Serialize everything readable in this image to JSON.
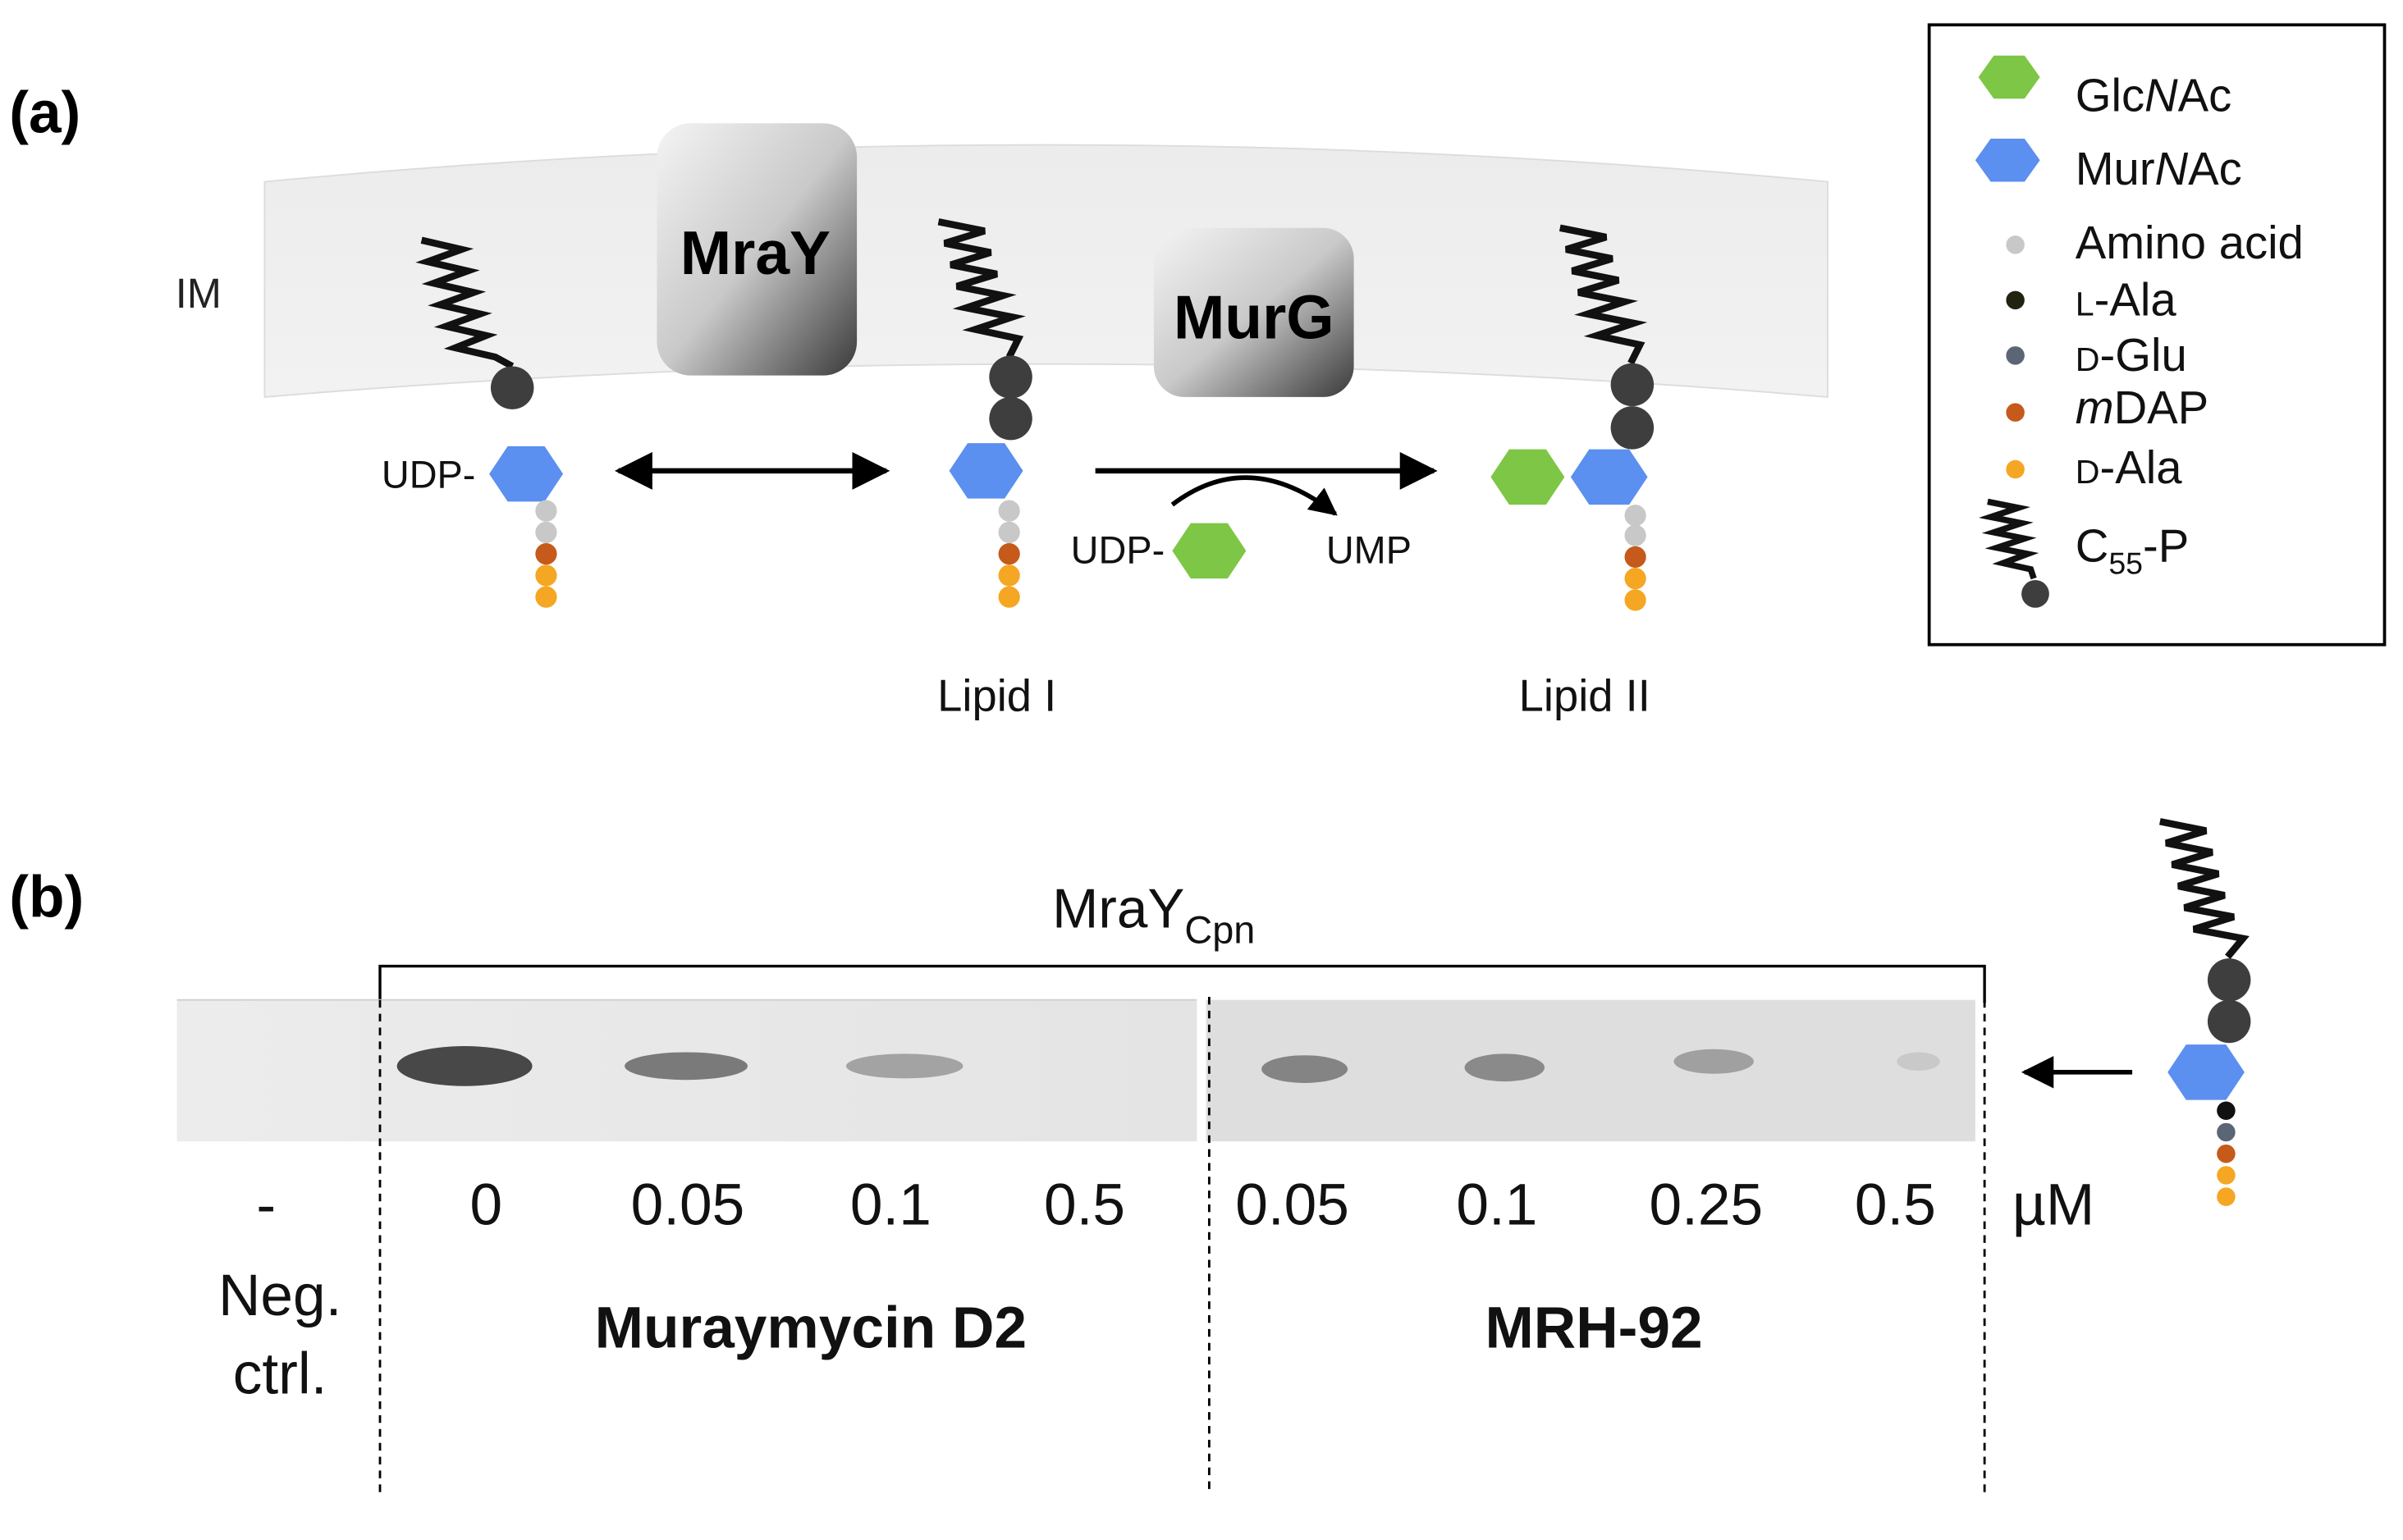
{
  "panel_a": {
    "label": "(a)",
    "membrane_label": "IM",
    "enzyme_mray": "MraY",
    "enzyme_murg": "MurG",
    "udp_prefix_left": "UDP-",
    "udp_prefix_murg": "UDP-",
    "ump": "UMP",
    "lipid_i": "Lipid I",
    "lipid_ii": "Lipid II"
  },
  "legend": {
    "glcnac": {
      "prefix": "Glc",
      "italic": "N",
      "suffix": "Ac",
      "color": "#7ec645"
    },
    "murnac": {
      "prefix": "Mur",
      "italic": "N",
      "suffix": "Ac",
      "color": "#5b8ff0"
    },
    "amino_acid": {
      "label": "Amino acid",
      "color": "#c8c8c8"
    },
    "l_ala": {
      "prefix": "L",
      "suffix": "-Ala",
      "color": "#222211"
    },
    "d_glu": {
      "prefix": "D",
      "suffix": "-Glu",
      "color": "#5a6675"
    },
    "mdap": {
      "italic": "m",
      "suffix": "DAP",
      "color": "#c55a1a"
    },
    "d_ala": {
      "prefix": "D",
      "suffix": "-Ala",
      "color": "#f5a623"
    },
    "c55p": {
      "main": "C",
      "sub": "55",
      "suffix": "-P"
    }
  },
  "panel_b": {
    "label": "(b)",
    "enzyme": "MraY",
    "enzyme_sub": "Cpn",
    "lanes": [
      {
        "conc": "-"
      },
      {
        "conc": "0"
      },
      {
        "conc": "0.05"
      },
      {
        "conc": "0.1"
      },
      {
        "conc": "0.5"
      },
      {
        "conc": "0.05"
      },
      {
        "conc": "0.1"
      },
      {
        "conc": "0.25"
      },
      {
        "conc": "0.5"
      }
    ],
    "unit": "µM",
    "neg_ctrl_line1": "Neg.",
    "neg_ctrl_line2": "ctrl.",
    "group1": "Muraymycin D2",
    "group2": "MRH-92"
  }
}
